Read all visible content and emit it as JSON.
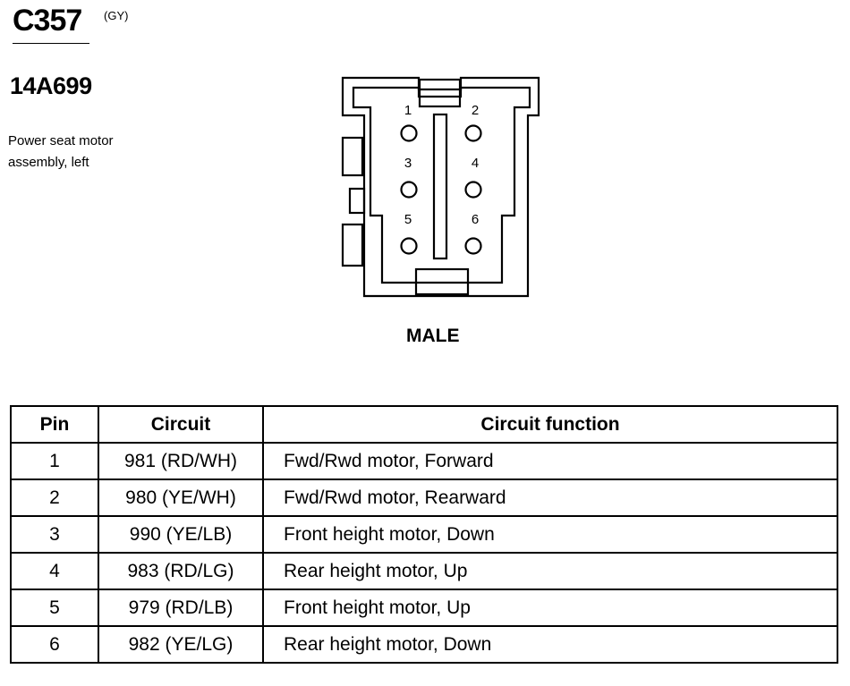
{
  "connector": {
    "id": "C357",
    "color_code": "(GY)",
    "part_number": "14A699",
    "description_line1": "Power seat motor",
    "description_line2": "assembly, left",
    "gender": "MALE",
    "pin_labels": [
      "1",
      "2",
      "3",
      "4",
      "5",
      "6"
    ]
  },
  "table": {
    "headers": {
      "pin": "Pin",
      "circuit": "Circuit",
      "function": "Circuit function"
    },
    "rows": [
      {
        "pin": "1",
        "circuit": "981 (RD/WH)",
        "function": "Fwd/Rwd motor, Forward"
      },
      {
        "pin": "2",
        "circuit": "980 (YE/WH)",
        "function": "Fwd/Rwd motor, Rearward"
      },
      {
        "pin": "3",
        "circuit": "990 (YE/LB)",
        "function": "Front height motor, Down"
      },
      {
        "pin": "4",
        "circuit": "983 (RD/LG)",
        "function": "Rear height motor, Up"
      },
      {
        "pin": "5",
        "circuit": "979 (RD/LB)",
        "function": "Front height motor, Up"
      },
      {
        "pin": "6",
        "circuit": "982 (YE/LG)",
        "function": "Rear height motor, Down"
      }
    ]
  }
}
